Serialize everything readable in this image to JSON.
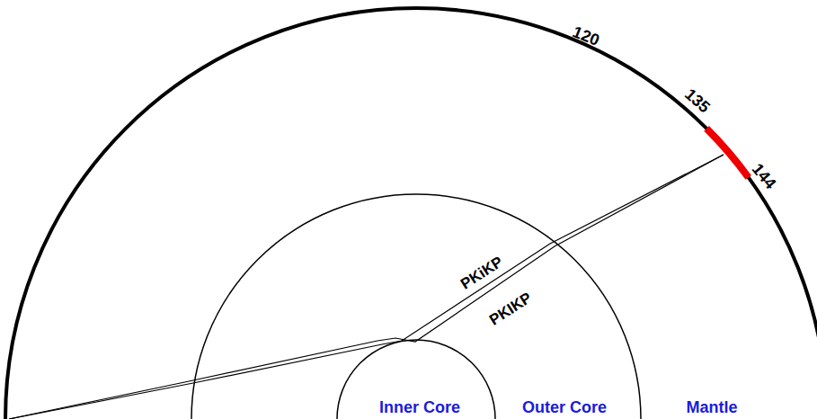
{
  "diagram": {
    "labels": [
      "120",
      "135",
      "144",
      "PKiKP",
      "PKIKP",
      "Inner Core",
      "Outer Core",
      "Mantle"
    ]
  }
}
